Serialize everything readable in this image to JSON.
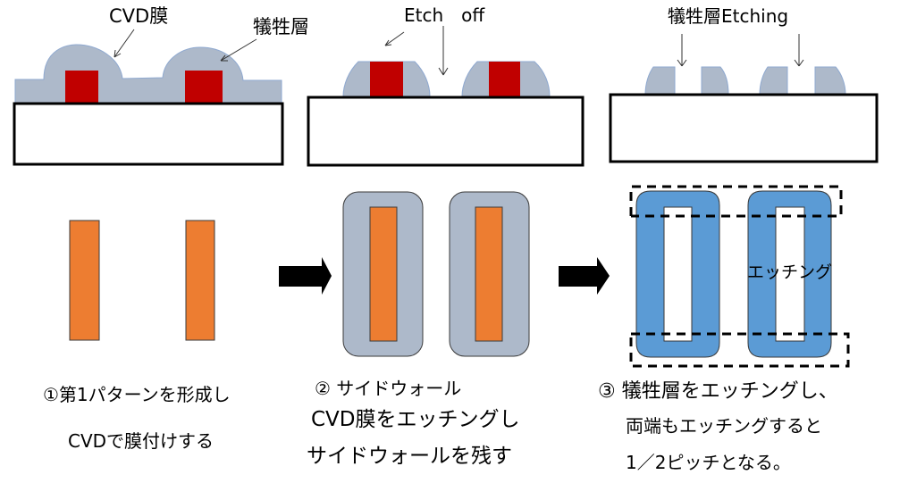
{
  "colors": {
    "cvd_film": "#adb9ca",
    "cvd_edge": "#8fa9d0",
    "sacrificial": "#c00000",
    "first_pattern": "#ed7d31",
    "sidewall_blue": "#5b9bd5",
    "substrate_fill": "#ffffff",
    "outline": "#000000"
  },
  "cross_sections": {
    "step1": {
      "label_cvd": "CVD膜",
      "label_sacrificial": "犠牲層"
    },
    "step2": {
      "label_etch": "Etch　off"
    },
    "step3": {
      "label_etch": "犠牲層Etching"
    }
  },
  "plan_views": {
    "step3": {
      "etch_label": "エッチング"
    }
  },
  "captions": {
    "step1": {
      "line1": "①第1パターンを形成し",
      "line2": "CVDで膜付けする"
    },
    "step2": {
      "line1": "② サイドウォール",
      "line2": "CVD膜をエッチングし",
      "line3": "サイドウォールを残す"
    },
    "step3": {
      "line1": "③ 犠牲層をエッチングし、",
      "line2": "両端もエッチングすると",
      "line3": "1／2ピッチとなる。"
    }
  },
  "arrows": [
    "right-arrow",
    "right-arrow"
  ]
}
